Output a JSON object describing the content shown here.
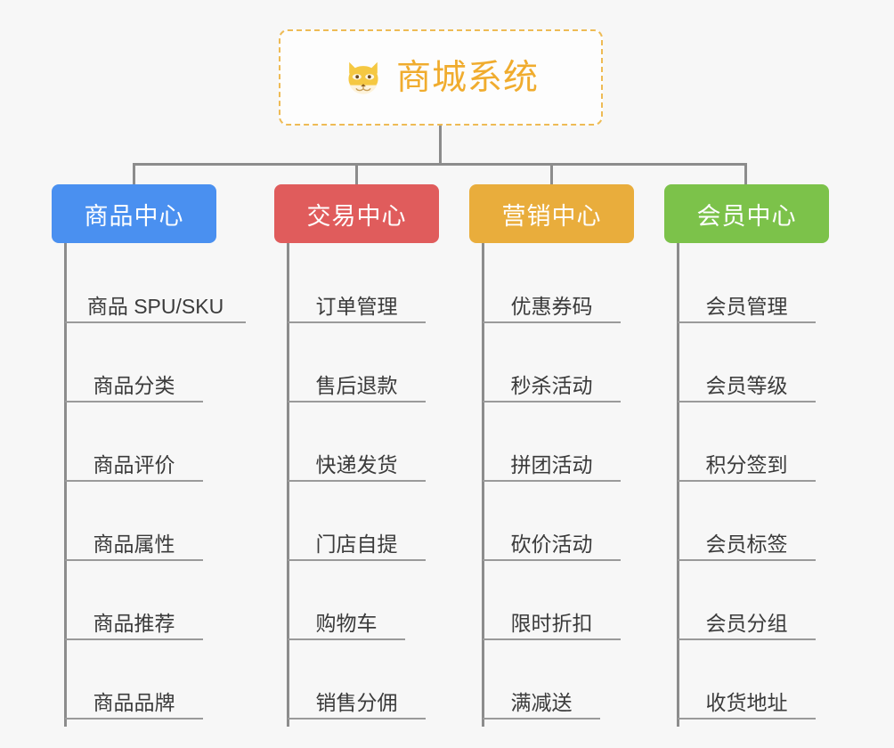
{
  "background_color": "#f7f7f7",
  "root": {
    "title": "商城系统",
    "icon": "dog-face-icon",
    "text_color": "#f0ac2e",
    "border_color": "#eebb55"
  },
  "connector_color": "#8c8c8c",
  "columns": [
    {
      "label": "商品中心",
      "color": "#4a90f0",
      "items": [
        "商品 SPU/SKU",
        "商品分类",
        "商品评价",
        "商品属性",
        "商品推荐",
        "商品品牌"
      ]
    },
    {
      "label": "交易中心",
      "color": "#e05c5c",
      "items": [
        "订单管理",
        "售后退款",
        "快递发货",
        "门店自提",
        "购物车",
        "销售分佣"
      ]
    },
    {
      "label": "营销中心",
      "color": "#e9ad3c",
      "items": [
        "优惠券码",
        "秒杀活动",
        "拼团活动",
        "砍价活动",
        "限时折扣",
        "满减送"
      ]
    },
    {
      "label": "会员中心",
      "color": "#7cc24a",
      "items": [
        "会员管理",
        "会员等级",
        "积分签到",
        "会员标签",
        "会员分组",
        "收货地址"
      ]
    }
  ]
}
